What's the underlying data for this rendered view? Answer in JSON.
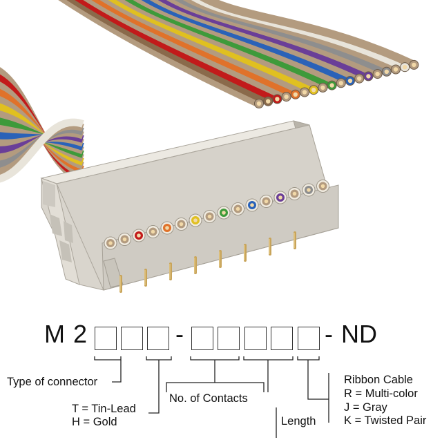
{
  "part_number": {
    "prefix_m": "M",
    "prefix_2": "2",
    "separator_1": "-",
    "separator_2": "-",
    "suffix": "ND"
  },
  "callouts": {
    "connector_type": "Type of connector",
    "plating_tin": "T = Tin-Lead",
    "plating_gold": "H = Gold",
    "contacts": "No. of Contacts",
    "length": "Length",
    "ribbon_title": "Ribbon Cable",
    "ribbon_r": "R = Multi-color",
    "ribbon_j": "J = Gray",
    "ribbon_k": "K = Twisted Pair"
  },
  "colors": {
    "tan": "#b39b7f",
    "brown": "#8a6a4b",
    "red": "#c21a1a",
    "orange": "#e0722a",
    "yellow": "#e0c020",
    "green": "#3e9a3a",
    "blue": "#2a62b8",
    "violet": "#6a3e98",
    "gray": "#8e8e8e",
    "white": "#e8e4da",
    "housing": "#d9d5cd",
    "pin_gold": "#c8a45a"
  }
}
